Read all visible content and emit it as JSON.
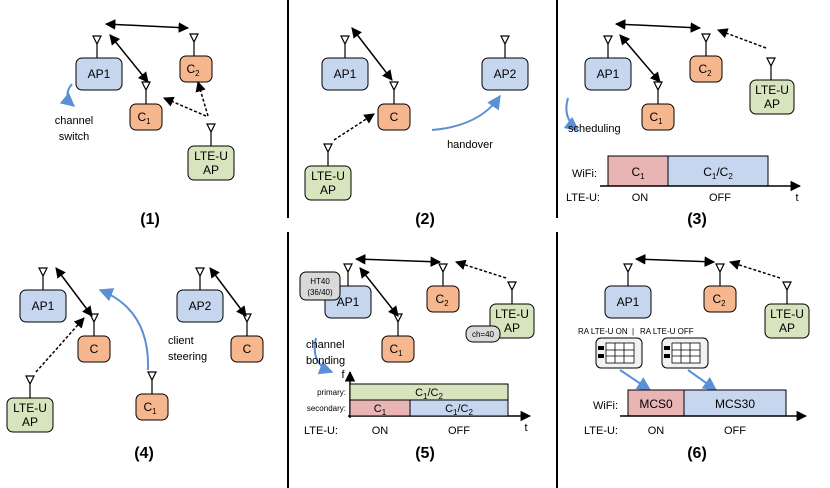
{
  "colors": {
    "ap_blue": "#c6d6ef",
    "client_orange": "#f6b78f",
    "lte_green": "#d7e4bd",
    "wifi_pink": "#e8b4b4",
    "wifi_blue": "#c6d6ef",
    "arrow_blue": "#5b8fd6",
    "tag_gray": "#d9d9d9"
  },
  "panels": [
    {
      "label": "(1)",
      "notes": [
        "channel",
        "switch"
      ]
    },
    {
      "label": "(2)",
      "notes": [
        "handover"
      ]
    },
    {
      "label": "(3)",
      "notes": [
        "scheduling"
      ]
    },
    {
      "label": "(4)",
      "notes": [
        "client",
        "steering"
      ]
    },
    {
      "label": "(5)",
      "notes": [
        "channel",
        "bonding"
      ]
    },
    {
      "label": "(6)",
      "notes": []
    }
  ],
  "nodes": {
    "ap1": "AP1",
    "ap2": "AP2",
    "c": "C",
    "c1": "C",
    "c1_sub": "1",
    "c2": "C",
    "c2_sub": "2",
    "lte_line1": "LTE-U",
    "lte_line2": "AP"
  },
  "timeline": {
    "wifi_label": "WiFi:",
    "lteu_label": "LTE-U:",
    "on": "ON",
    "off": "OFF",
    "t_axis": "t",
    "f_axis": "f",
    "primary_label": "primary:",
    "secondary_label": "secondary:",
    "c1c2_main": "C",
    "c1c2_sub1": "1",
    "c1c2_slash": "/C",
    "c1c2_sub2": "2"
  },
  "panel5": {
    "ht40_line1": "HT40",
    "ht40_line2": "(36/40)",
    "ch_tag": "ch=40"
  },
  "panel6": {
    "ra_on": "RA LTE-U ON",
    "separator": "|",
    "ra_off": "RA LTE-U OFF",
    "mcs0": "MCS0",
    "mcs30": "MCS30"
  }
}
